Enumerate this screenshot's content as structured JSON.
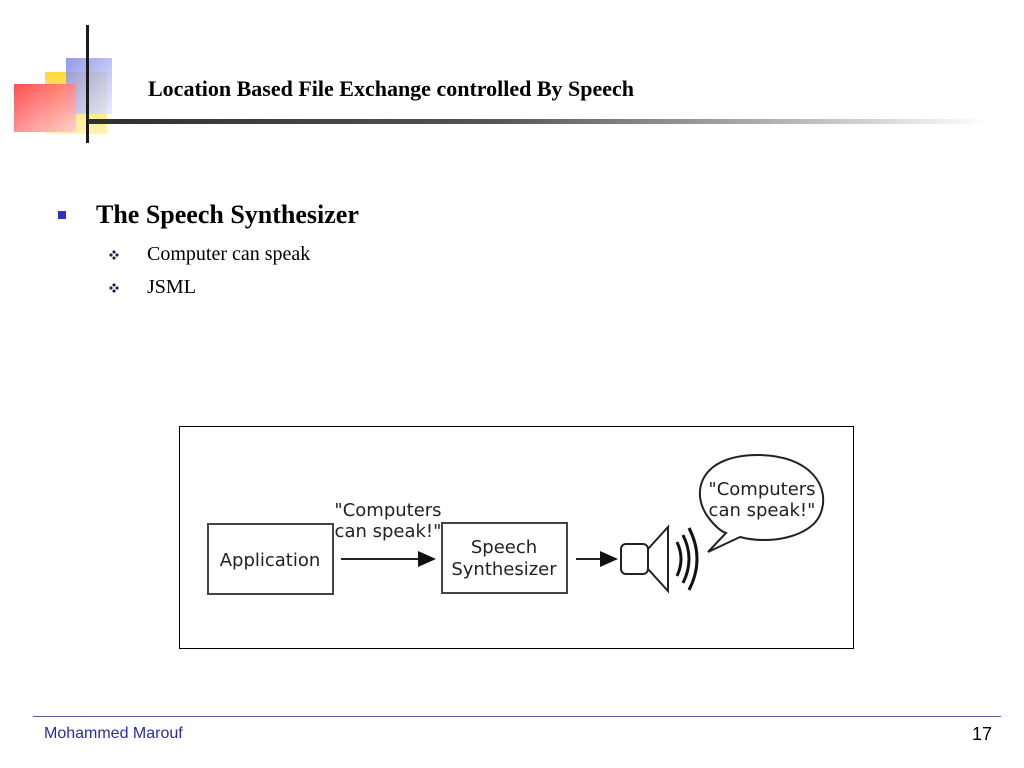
{
  "slide": {
    "title": "Location Based File Exchange controlled By Speech",
    "bullet": "The Speech Synthesizer",
    "subbullets": [
      "Computer can speak",
      "JSML"
    ]
  },
  "diagram": {
    "application_label": "Application",
    "message_line1": "\"Computers",
    "message_line2": "can speak!\"",
    "synth_line1": "Speech",
    "synth_line2": "Synthesizer",
    "bubble_line1": "\"Computers",
    "bubble_line2": "can speak!\""
  },
  "footer": {
    "author": "Mohammed Marouf",
    "page": "17"
  },
  "colors": {
    "bullet": "#2e2ec8",
    "footer_text": "#2b2ba6"
  }
}
